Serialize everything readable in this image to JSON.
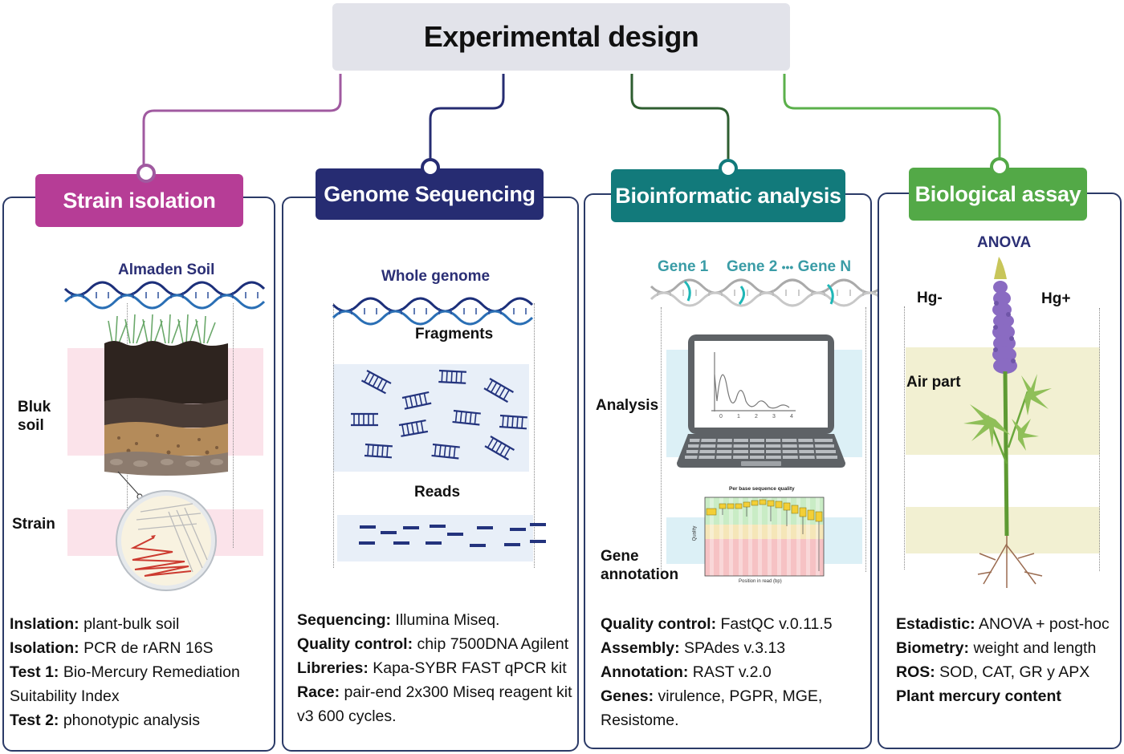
{
  "title": "Experimental design",
  "colors": {
    "strain": "#b63d96",
    "genome": "#262c72",
    "bioinfo": "#127a7b",
    "bio": "#53a947",
    "panel_border": "#2b3a67",
    "connector_strain": "#a05aa0",
    "connector_genome": "#262c72",
    "connector_bioinfo": "#2e5e30",
    "connector_bio": "#5bb04b"
  },
  "panels": [
    {
      "id": "strain",
      "header": "Strain isolation",
      "illustration": {
        "top_label": "Almaden Soil",
        "side_labels": [
          "Bluk soil",
          "Strain"
        ],
        "icons": [
          "dna-helix-icon",
          "soil-profile-icon",
          "petri-dish-icon"
        ]
      },
      "details": [
        {
          "key": "Inslation:",
          "value": " plant-bulk soil"
        },
        {
          "key": "Isolation:",
          "value": " PCR de rARN 16S"
        },
        {
          "key": "Test 1:",
          "value": " Bio-Mercury Remediation Suitability Index"
        },
        {
          "key": "Test 2:",
          "value": " phonotypic analysis"
        }
      ]
    },
    {
      "id": "genome",
      "header": "Genome Sequencing",
      "illustration": {
        "top_label": "Whole genome",
        "stage_labels": [
          "Fragments",
          "Reads"
        ],
        "icons": [
          "dna-helix-icon",
          "dna-fragment-icon",
          "read-dash-icon"
        ]
      },
      "details": [
        {
          "key": "Sequencing:",
          "value": " Illumina Miseq."
        },
        {
          "key": "Quality control:",
          "value": " chip 7500DNA Agilent"
        },
        {
          "key": "Libreries:",
          "value": " Kapa-SYBR FAST qPCR kit"
        },
        {
          "key": "Race:",
          "value": " pair-end 2x300 Miseq reagent kit v3 600 cycles."
        }
      ]
    },
    {
      "id": "bioinfo",
      "header": "Bioinformatic analysis",
      "illustration": {
        "gene_labels": [
          "Gene 1",
          "Gene 2",
          "•••",
          "Gene N"
        ],
        "side_labels": [
          "Analysis",
          "Gene annotation"
        ],
        "laptop_axis_ticks": [
          "0",
          "1",
          "2",
          "3",
          "4"
        ],
        "qc_chart_title": "Per base sequence quality",
        "qc_chart_xlabel": "Position in read (bp)",
        "qc_chart_ylabel": "Quality",
        "icons": [
          "dna-helix-icon",
          "laptop-icon",
          "quality-chart-icon"
        ]
      },
      "details": [
        {
          "key": "Quality control:",
          "value": " FastQC v.0.11.5"
        },
        {
          "key": "Assembly:",
          "value": " SPAdes v.3.13"
        },
        {
          "key": "Annotation:",
          "value": " RAST v.2.0"
        },
        {
          "key": "Genes:",
          "value": " virulence, PGPR, MGE, Resistome."
        }
      ]
    },
    {
      "id": "bio",
      "header": "Biological assay",
      "illustration": {
        "top_label": "ANOVA",
        "group_labels": [
          "Hg-",
          "Hg+"
        ],
        "side_labels": [
          "Air part"
        ],
        "icons": [
          "lupine-plant-icon"
        ]
      },
      "details": [
        {
          "key": "Estadistic:",
          "value": " ANOVA + post-hoc"
        },
        {
          "key": "Biometry:",
          "value": " weight and length"
        },
        {
          "key": "ROS:",
          "value": " SOD, CAT, GR y APX"
        },
        {
          "key": "Plant mercury content",
          "value": ""
        }
      ]
    }
  ]
}
